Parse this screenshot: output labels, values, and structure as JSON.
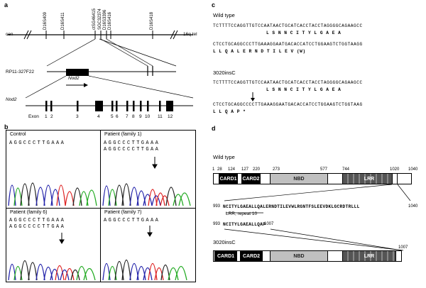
{
  "panel_a": {
    "label": "a",
    "cen": "cen",
    "tel": "16q tel",
    "markers": [
      "D16S409",
      "D16S411",
      "ctSG46415",
      "SGC32374",
      "D16S3396",
      "D16S416",
      "D16S418"
    ],
    "bac": "RP11-327F22",
    "nod2_gene": "Nod2",
    "nod2": "Nod2",
    "exon_label": "Exon",
    "exons": [
      "1",
      "2",
      "3",
      "4",
      "5",
      "6",
      "7",
      "8",
      "9",
      "10",
      "11",
      "12"
    ]
  },
  "panel_b": {
    "label": "b",
    "titles": [
      "Control",
      "Patient (family 1)",
      "Patient (family 6)",
      "Patient (family 7)"
    ],
    "seq_control": "AGGCCCTTGAAA",
    "seq_p1_a": "AGGCCCTTGAAA",
    "seq_p1_b": "AGGCCCCTTGAA",
    "seq_p6_a": "AGGCCCTTGAAA",
    "seq_p6_b": "AGGCCCCTTGAA",
    "seq_p7": "AGGCCCTTGAAA"
  },
  "panel_c": {
    "label": "c",
    "wt_title": "Wild type",
    "wt_line1": "TCTTTTCCAGGTTGTCCAATAACTGCATCACCTACCTAGGGGCAGAAGCC",
    "wt_aa1": "L  S  N  N  C  I  T  Y  L  G  A  E  A",
    "wt_line2": "CTCCTGCAGGCCCTTGAAAGGAATGACACCATCCTGGAAGTCTGGTAAGG",
    "wt_aa2": "L  L  Q  A  L  E  R  N  D  T  I  L  E  V  (W)",
    "mut_title": "3020insC",
    "mut_line1": "TCTTTTCCAGGTTGTCCAATAACTGCATCACCTACCTAGGGGCAGAAGCC",
    "mut_aa1": "L  S  N  N  C  I  T  Y  L  G  A  E  A",
    "mut_line2": "CTCCTGCAGGCCCCTTGAAAGGAATGACACCATCCTGGAAGTCTGGTAAG",
    "mut_aa2": "L  L  Q  A  P  *"
  },
  "panel_d": {
    "label": "d",
    "wt_title": "Wild type",
    "mut_title": "3020insC",
    "positions": [
      "1",
      "28",
      "124",
      "127",
      "220",
      "273",
      "577",
      "744",
      "1020",
      "1040"
    ],
    "domains": [
      "CARD1",
      "CARD2",
      "NBD",
      "LRR"
    ],
    "wt_seq": "NCITYLGAEALLQALERNDTILEVWLRGNTFSLEEVDKLGCRDTRLLL",
    "wt_seq_start": "993",
    "wt_seq_end": "1040",
    "lrr_label": "LRR, repeat 10",
    "mut_seq": "NCITYLGAEALLQAP",
    "mut_seq_start": "993",
    "mut_seq_end": "1007",
    "mut_end": "1007"
  }
}
